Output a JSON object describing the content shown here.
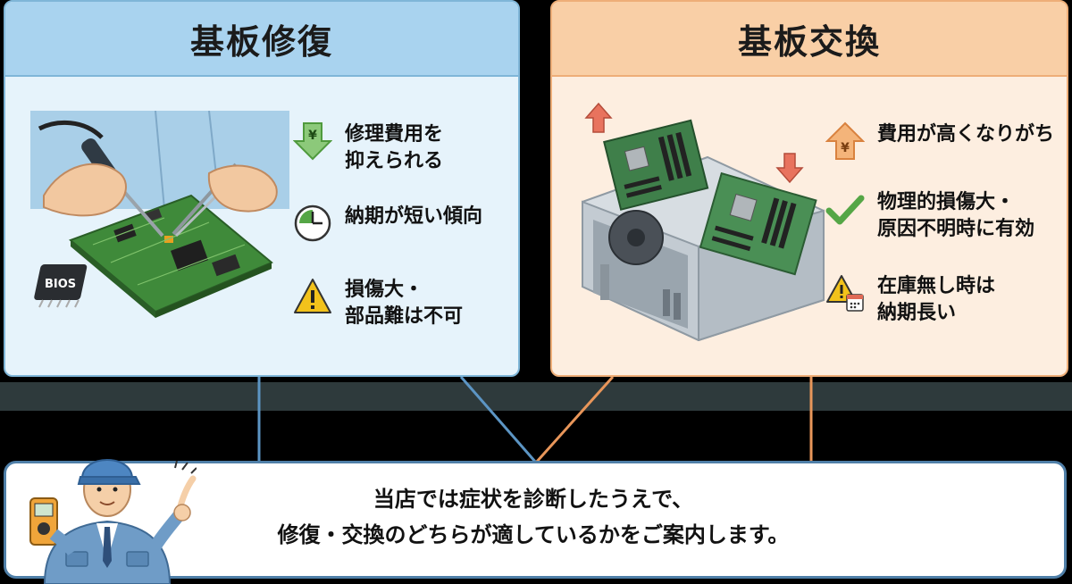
{
  "colors": {
    "repair_panel": "#e6f3fb",
    "repair_header": "#a9d3ef",
    "replace_panel": "#fdeee0",
    "replace_header": "#f9cfa6",
    "connector_blue": "#5c95c4",
    "connector_orange": "#e8965a",
    "good_green": "#55a646",
    "warning_yellow": "#f2c21b",
    "up_orange": "#ee9a52",
    "down_red": "#e06a56"
  },
  "repair": {
    "title": "基板修復",
    "chip_label": "BIOS",
    "features": [
      {
        "icon": "cost-down-arrow-icon",
        "text": "修理費用を\n抑えられる"
      },
      {
        "icon": "clock-icon",
        "text": "納期が短い傾向"
      },
      {
        "icon": "warning-icon",
        "text": "損傷大・\n部品難は不可"
      }
    ]
  },
  "replace": {
    "title": "基板交換",
    "features": [
      {
        "icon": "cost-up-arrow-icon",
        "text": "費用が高くなりがち"
      },
      {
        "icon": "checkmark-icon",
        "text": "物理的損傷大・\n原因不明時に有効"
      },
      {
        "icon": "warning-calendar-icon",
        "text": "在庫無し時は\n納期長い"
      }
    ]
  },
  "bottom": {
    "line1": "当店では症状を診断したうえで、",
    "line2": "修復・交換のどちらが適しているかをご案内します。"
  }
}
